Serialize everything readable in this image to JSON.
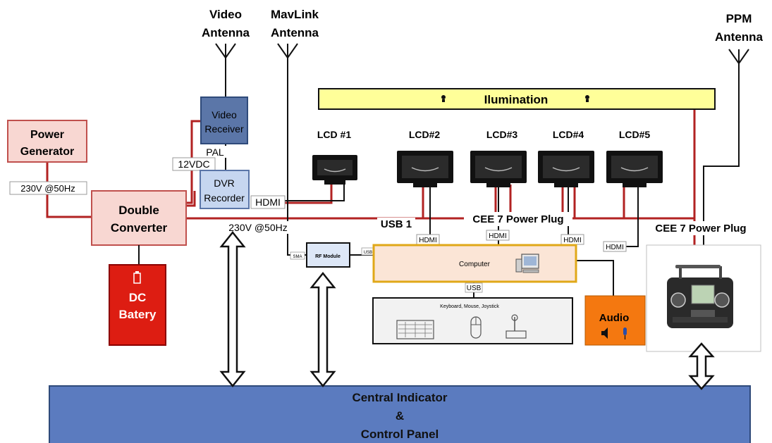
{
  "antennas": {
    "video": [
      "Video",
      "Antenna"
    ],
    "mavlink": [
      "MavLink",
      "Antenna"
    ],
    "ppm": [
      "PPM",
      "Antenna"
    ]
  },
  "illumination": "Ilumination",
  "power_generator": [
    "Power",
    "Generator"
  ],
  "double_converter": [
    "Double",
    "Converter"
  ],
  "dc_battery": [
    "DC",
    "Batery"
  ],
  "video_receiver": [
    "Video",
    "Receiver"
  ],
  "dvr_recorder": [
    "DVR",
    "Recorder"
  ],
  "labels": {
    "pal": "PAL",
    "vdc": "12VDC",
    "ac_left": "230V @50Hz",
    "ac_mid": "230V @50Hz",
    "hdmi_dvr": "HDMI",
    "usb1": "USB 1",
    "cee_mid": "CEE 7 Power Plug",
    "cee_right": "CEE 7 Power Plug",
    "hdmi1": "HDMI",
    "hdmi2": "HDMI",
    "hdmi3": "HDMI",
    "hdmi4": "HDMI",
    "usb_keyboard": "USB",
    "usb_rf": "USB",
    "sma": "SMA"
  },
  "lcds": [
    "LCD #1",
    "LCD#2",
    "LCD#3",
    "LCD#4",
    "LCD#5"
  ],
  "rf_module": "RF Module",
  "computer": "Computer",
  "keyboard_panel": "Keyboard, Mouse, Joystick",
  "audio": "Audio",
  "central_panel": [
    "Central Indicator",
    "&",
    "Control Panel"
  ],
  "colors": {
    "cable_red": "#b22222",
    "box_pink": "#f8d7d2",
    "box_pink_border": "#c0504d",
    "battery_red": "#dd1d12",
    "receiver_blue": "#5b76a8",
    "recorder_blue": "#c6d6f0",
    "illumination_yellow": "#ffff99",
    "computer_peach": "#fbe5d6",
    "computer_border": "#e0a818",
    "audio_orange": "#f47810",
    "panel_blue": "#5b7bbf",
    "rf_blue": "#dde7f7"
  }
}
